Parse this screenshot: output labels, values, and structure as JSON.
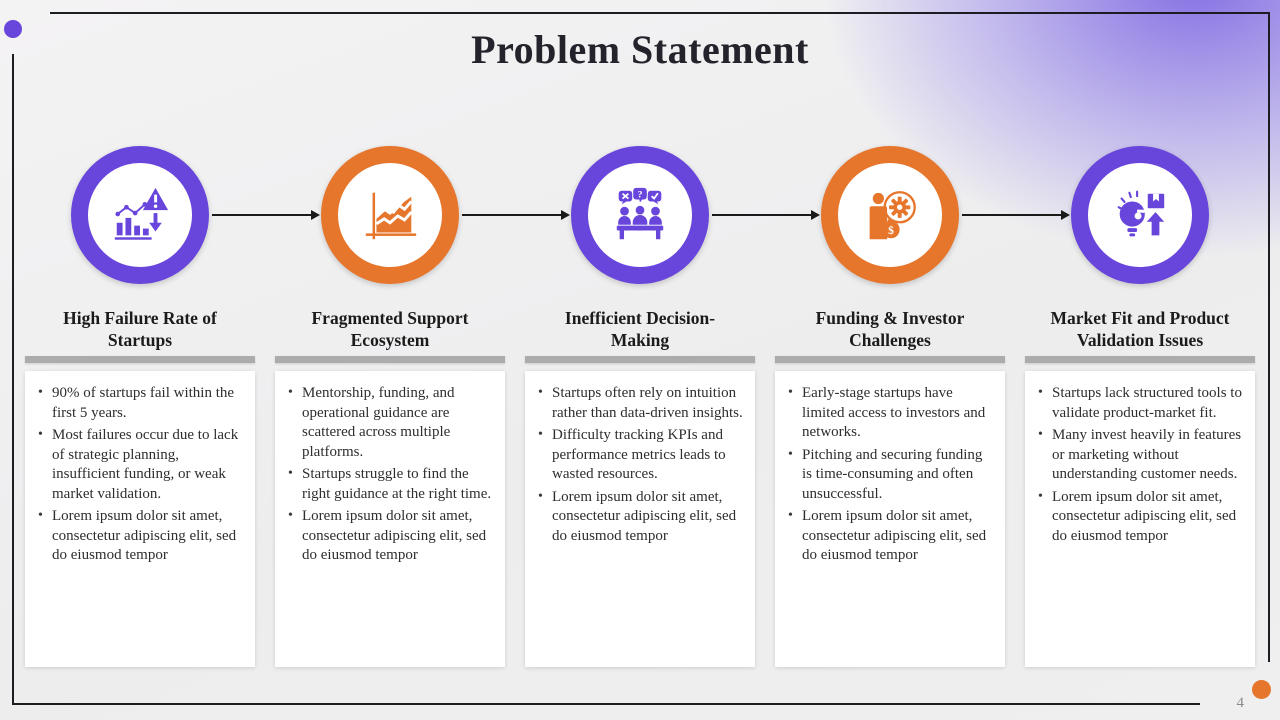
{
  "slide": {
    "title": "Problem Statement",
    "page_number": "4"
  },
  "colors": {
    "purple": "#6846DB",
    "orange": "#E6762C",
    "frame": "#1c1c22",
    "separator": "#ACACAC",
    "arrow": "#1a1a1a",
    "background": "#EFEEEF"
  },
  "columns": [
    {
      "accent": "purple",
      "icon": "declining-chart-warning-icon",
      "title": "High Failure Rate of Startups",
      "bullets": [
        "90% of startups fail within the first 5 years.",
        "Most failures occur due to lack of strategic planning, insufficient funding, or weak market validation.",
        "Lorem ipsum dolor sit amet, consectetur adipiscing elit, sed do eiusmod tempor"
      ]
    },
    {
      "accent": "orange",
      "icon": "stacked-area-chart-icon",
      "title": "Fragmented Support Ecosystem",
      "bullets": [
        "Mentorship, funding, and operational guidance are scattered across multiple platforms.",
        "Startups struggle to find the right guidance at the right time.",
        "Lorem ipsum dolor sit amet, consectetur adipiscing elit, sed do eiusmod tempor"
      ]
    },
    {
      "accent": "purple",
      "icon": "team-decision-icon",
      "title": "Inefficient Decision-Making",
      "bullets": [
        "Startups often rely on intuition rather than data-driven insights.",
        "Difficulty tracking KPIs and performance metrics leads to wasted resources.",
        "Lorem ipsum dolor sit amet, consectetur adipiscing elit, sed do eiusmod tempor"
      ]
    },
    {
      "accent": "orange",
      "icon": "investor-funding-icon",
      "title": "Funding & Investor Challenges",
      "bullets": [
        "Early-stage startups have limited access to investors and networks.",
        "Pitching and securing funding is time-consuming and often unsuccessful.",
        "Lorem ipsum dolor sit amet, consectetur adipiscing elit, sed do eiusmod tempor"
      ]
    },
    {
      "accent": "purple",
      "icon": "market-validation-icon",
      "title": "Market Fit and Product Validation Issues",
      "bullets": [
        "Startups lack structured tools to validate product-market fit.",
        "Many invest heavily in features or marketing without understanding customer needs.",
        "Lorem ipsum dolor sit amet, consectetur adipiscing elit, sed do eiusmod tempor"
      ]
    }
  ]
}
